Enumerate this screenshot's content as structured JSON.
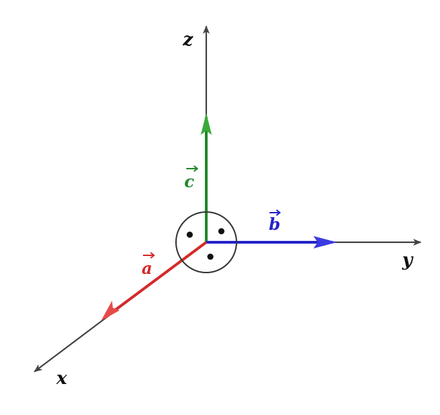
{
  "axes": {
    "x": {
      "label": "x",
      "color": "#444444"
    },
    "y": {
      "label": "y",
      "color": "#444444"
    },
    "z": {
      "label": "z",
      "color": "#444444"
    }
  },
  "vectors": {
    "a": {
      "label": "a",
      "color": "#d42a2a"
    },
    "b": {
      "label": "b",
      "color": "#2424c8"
    },
    "c": {
      "label": "c",
      "color": "#23882a"
    }
  },
  "origin_marker": {
    "color": "#333333",
    "dot_count": 3
  }
}
